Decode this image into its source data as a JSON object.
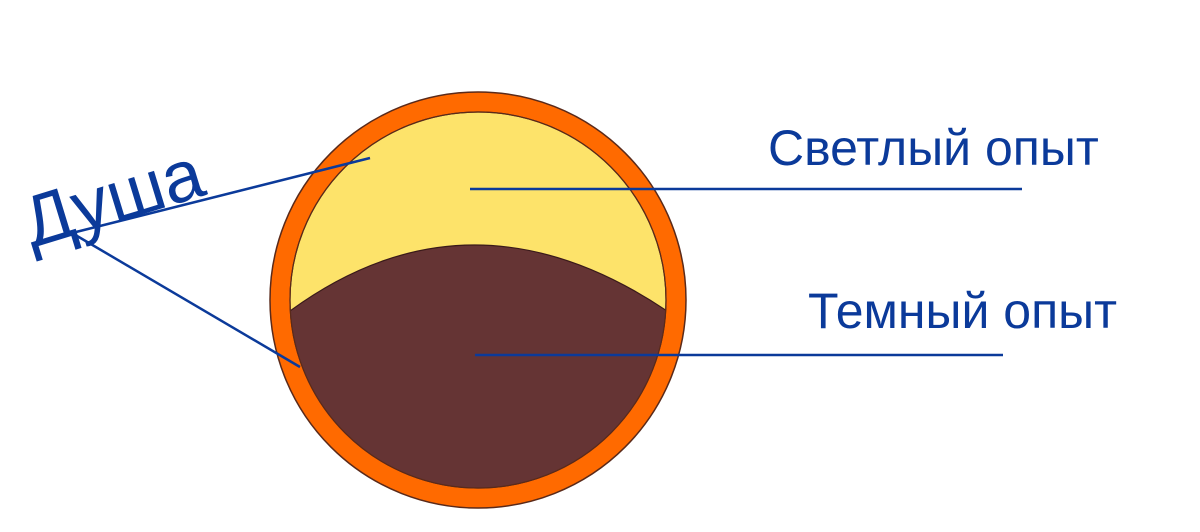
{
  "labels": {
    "soul": "Душа",
    "light_experience": "Светлый опыт",
    "dark_experience": "Темный опыт"
  },
  "colors": {
    "outer_ring": "#ff6a00",
    "light_region": "#fde36a",
    "dark_region": "#653434",
    "line": "#0b3a9a",
    "text": "#0b3a9a"
  }
}
